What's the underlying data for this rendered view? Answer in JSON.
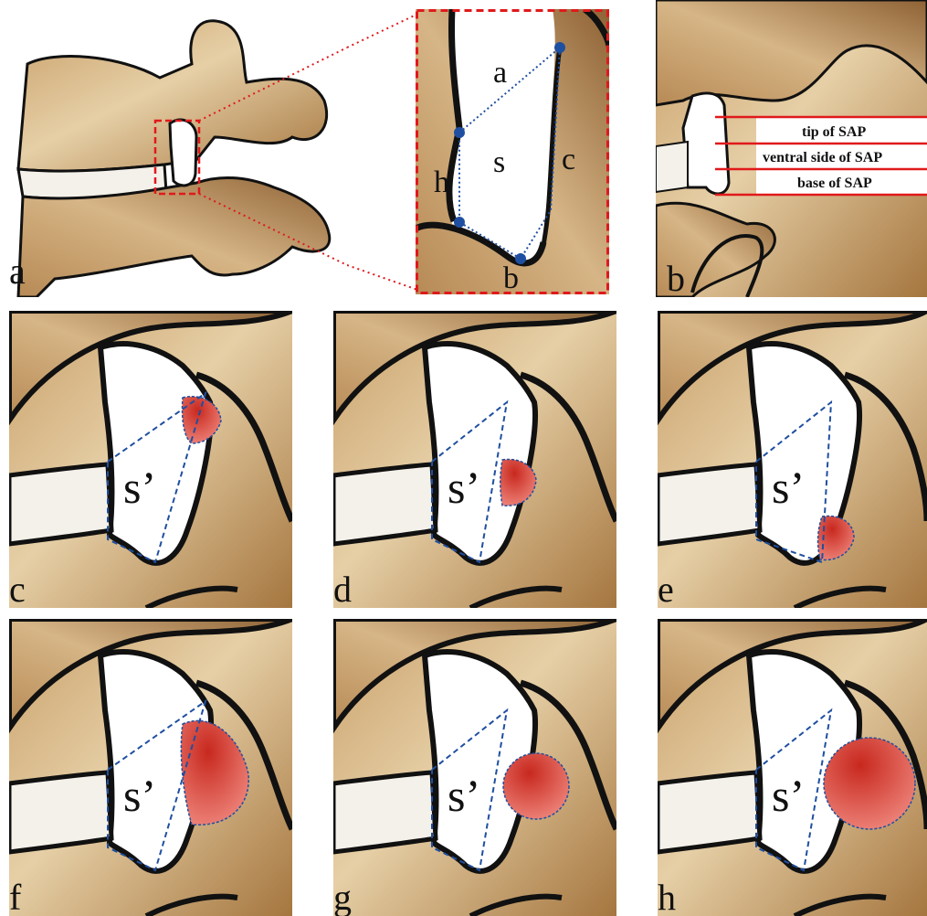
{
  "panels": {
    "a": {
      "letter": "a"
    },
    "inset": {
      "top": "a",
      "side_left": "h",
      "center": "s",
      "side_right": "c",
      "bottom": "b"
    },
    "b": {
      "letter": "b",
      "labels": [
        "tip of SAP",
        "ventral side of SAP",
        "base of SAP"
      ]
    },
    "c": {
      "letter": "c",
      "region": "s’"
    },
    "d": {
      "letter": "d",
      "region": "s’"
    },
    "e": {
      "letter": "e",
      "region": "s’"
    },
    "f": {
      "letter": "f",
      "region": "s’"
    },
    "g": {
      "letter": "g",
      "region": "s’"
    },
    "h": {
      "letter": "h",
      "region": "s’"
    }
  },
  "colors": {
    "bone_light": "#d9b98a",
    "bone_dark": "#a5763f",
    "outline": "#111111",
    "guide_red": "#e0191b",
    "dot_blue": "#1f4fa0",
    "lesion_red": "#d9382d"
  }
}
